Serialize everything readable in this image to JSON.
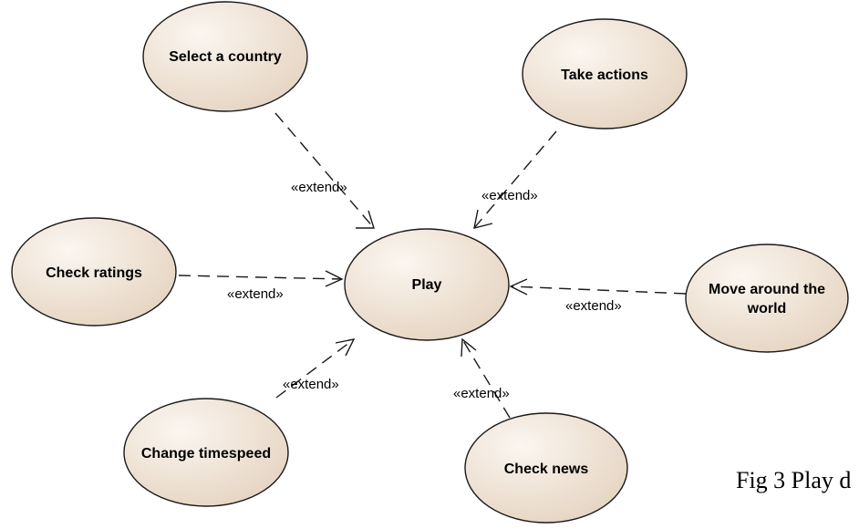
{
  "use_cases": {
    "select_country": "Select a country",
    "take_actions": "Take actions",
    "check_ratings": "Check ratings",
    "play": "Play",
    "move_around_line1": "Move around the",
    "move_around_line2": "world",
    "change_timespeed": "Change timespeed",
    "check_news": "Check news"
  },
  "relations": {
    "select_country_play": "«extend»",
    "take_actions_play": "«extend»",
    "check_ratings_play": "«extend»",
    "move_around_play": "«extend»",
    "change_timespeed_play": "«extend»",
    "check_news_play": "«extend»"
  },
  "caption": "Fig 3 Play d",
  "colors": {
    "fill_light": "#f8f1e9",
    "fill_dark": "#e6d5c3",
    "stroke": "#1a1a1a"
  }
}
